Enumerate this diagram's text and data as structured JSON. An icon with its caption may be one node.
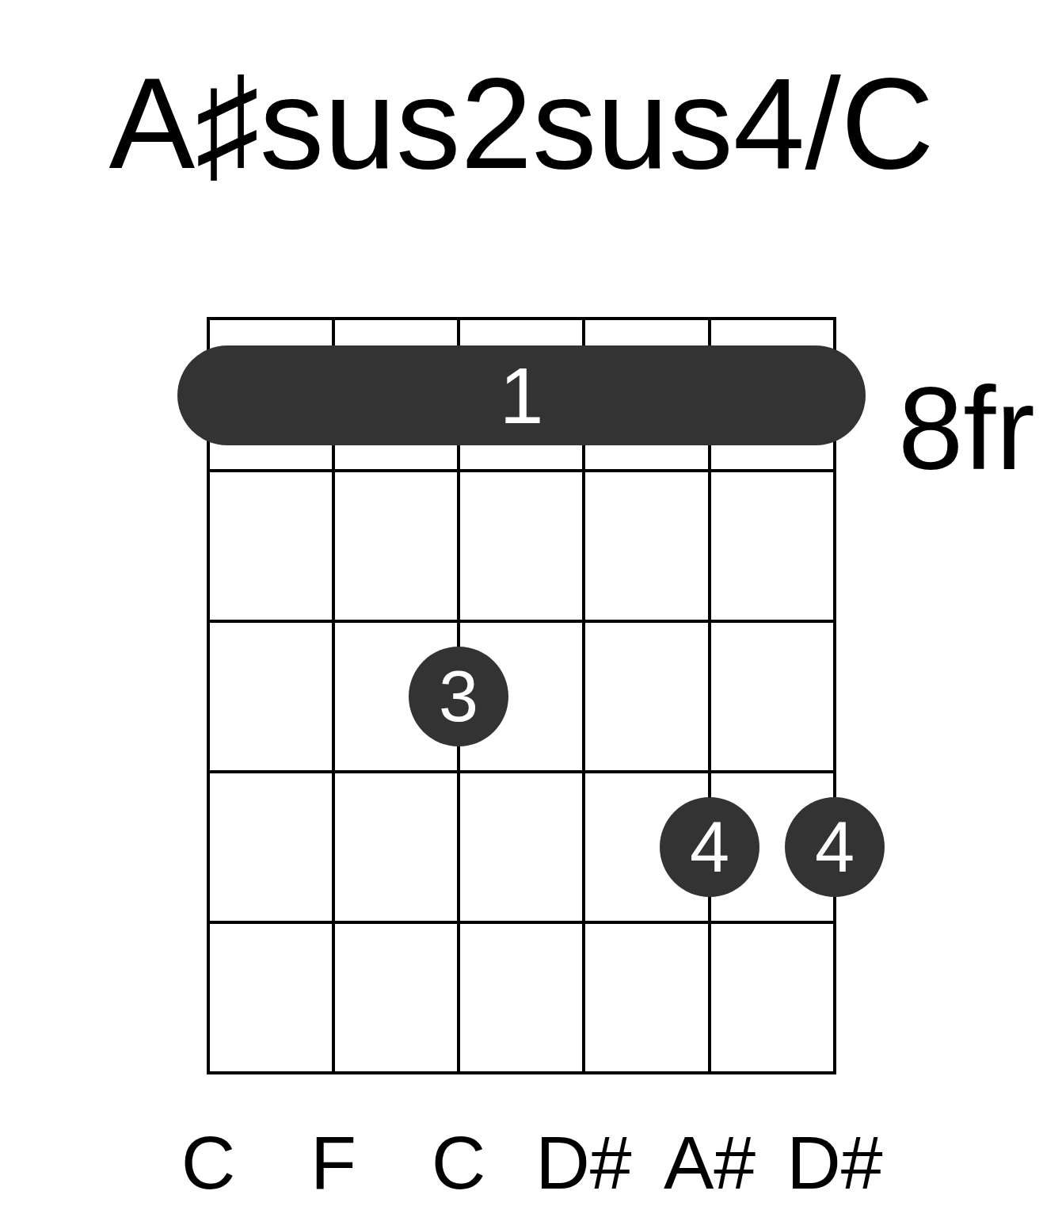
{
  "diagram": {
    "title": "A♯sus2sus4/C",
    "nodes": [
      {
        "text": [
          "1"
        ]
      },
      {
        "text": [
          "3"
        ]
      },
      {
        "text": [
          "4"
        ]
      },
      {
        "text": [
          "4"
        ]
      }
    ],
    "labels": [
      "8fr",
      "C",
      "F",
      "C",
      "D#",
      "A#",
      "D#"
    ]
  }
}
